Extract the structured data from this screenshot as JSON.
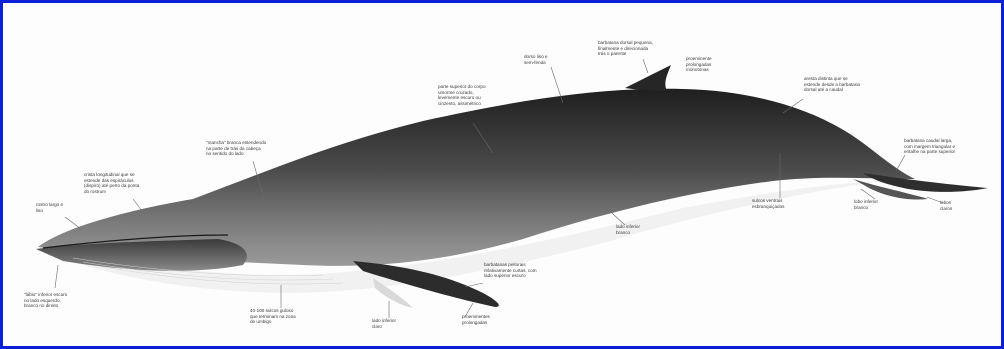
{
  "colors": {
    "frame_border": "#0b1fd6",
    "background": "#fdfdfd",
    "body_dark": "#3b3b3b",
    "body_mid": "#6b6b6b",
    "belly": "#f1f1f1",
    "label_text": "#3a3a3a"
  },
  "labels": {
    "rostro": "rostro largo e\nliso",
    "crista": "crista longitudinal que se\nestende das espiráculos\n(dispiro) até perto da ponta\ndo rostrum",
    "mancha": "\"mancha\" branca estendendo\nna parte de trás da cabeça\nno sentido do lado",
    "lado_direito": "parte superior do corpo\numorme cruzado,\nlevemente escuro ou\ncinzento, assimétrico",
    "dorso": "dorso liso e\nsem-fenda",
    "dorsal": "barbatana dorsal pequena,\nfinalmente e direcionada\ntrás o parente",
    "arestas": "proeminente\nprolongadas\nmonotonas",
    "aresta_caudal": "aresta distinta que se\nestende desde a barbatana\ndorsal até a caudal",
    "caudal_larga": "barbatana caudal larga,\ncom margem triangular e\nentalhe na parte superior",
    "sulcos": "sulcos ventrais\nesbranquiçados",
    "lado_inferior": "lado inferior\nbranco",
    "lobo_inferior": "lobo inferior\nbranco",
    "lobos": "lobos\nclaros",
    "labio": "\"lábio\" inferior escuro\nno lado esquerdo,\nbranco no direito",
    "sulcos_pele": "40-100 sulcos guloso\nque terminam na zona\nde umbigo",
    "lado_branco": "lado inferior\nclaro",
    "peitorais": "barbatanas peitorais\nrelativamente curtas, com\nlado superior escuro",
    "prolongadas": "proeminentes\nprolongadas"
  }
}
